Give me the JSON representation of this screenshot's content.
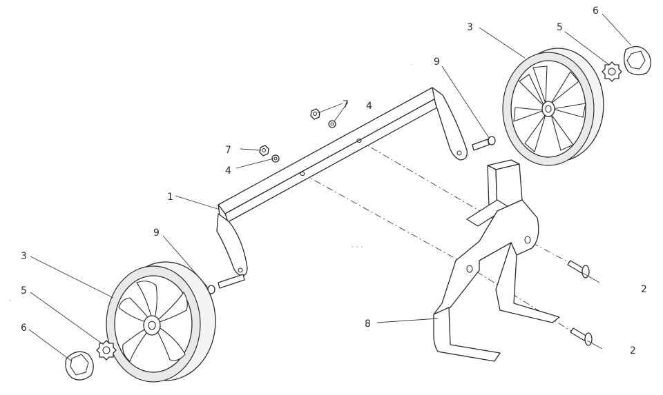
{
  "callouts": {
    "axle_bar": "1",
    "screw_lower": "2",
    "screw_upper": "2",
    "wheel_left": "3",
    "wheel_right": "3",
    "washer_top": "4",
    "washer_mid": "4",
    "star_washer_left": "5",
    "star_washer_right": "5",
    "cap_left": "6",
    "cap_right": "6",
    "nut_top": "7",
    "nut_mid": "7",
    "bracket": "8",
    "spacer_left": "9",
    "spacer_right": "9"
  },
  "colors": {
    "line": "#2a2a2a",
    "paper": "#ffffff",
    "rim_shade": "#e9e9e9"
  }
}
